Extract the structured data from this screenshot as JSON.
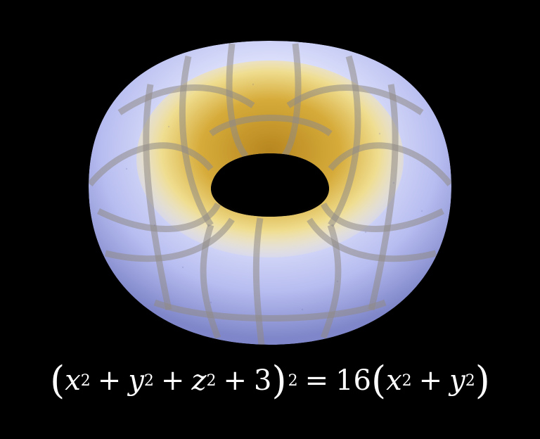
{
  "figure": {
    "equation_text": "(x² + y² + z² + 3)² = 16(x² + y²)",
    "equation_parts": {
      "open_paren": "(",
      "x": "x",
      "y": "y",
      "z": "z",
      "exp2": "2",
      "plus": "+",
      "three": "3",
      "close_paren": ")",
      "equals": "=",
      "sixteen": "16"
    }
  },
  "colors": {
    "background": "#000000",
    "outer_surface": "#c9cdf2",
    "outer_shadow": "#7f86c9",
    "inner_surface": "#d9b24a",
    "inner_highlight": "#f3e6a4",
    "grid_line": "#8f8a86",
    "equation_text": "#ffffff"
  }
}
